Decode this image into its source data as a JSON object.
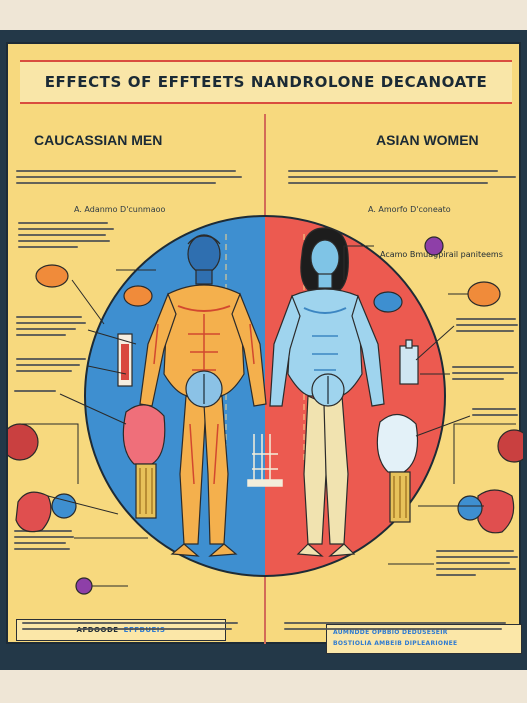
{
  "title": "EFFECTS OF EFFTEETS NANDROLONE DECANOATE",
  "left": {
    "heading": "CAUCASSIAN MEN",
    "subtitle": "A. Adanmo D'cunmaoo",
    "bottom_label_a": "AFDOODE",
    "bottom_label_b": "EFFBUEIS"
  },
  "right": {
    "heading": "ASIAN WOMEN",
    "subtitle": "A. Amorfo D'coneato",
    "callout_top": "Acamo   Bmuagpirail paniteems",
    "bottom_label_a": "AUMNDDE OPBBIO DEDUSESEIR",
    "bottom_label_b": "BOSTIOLIA AMBEIB DIPLEARIONEE"
  },
  "colors": {
    "panel": "#f7d97e",
    "blue": "#3e8fd0",
    "red": "#ec5a50",
    "frame": "#233848",
    "accent_line": "#d94d3f"
  }
}
